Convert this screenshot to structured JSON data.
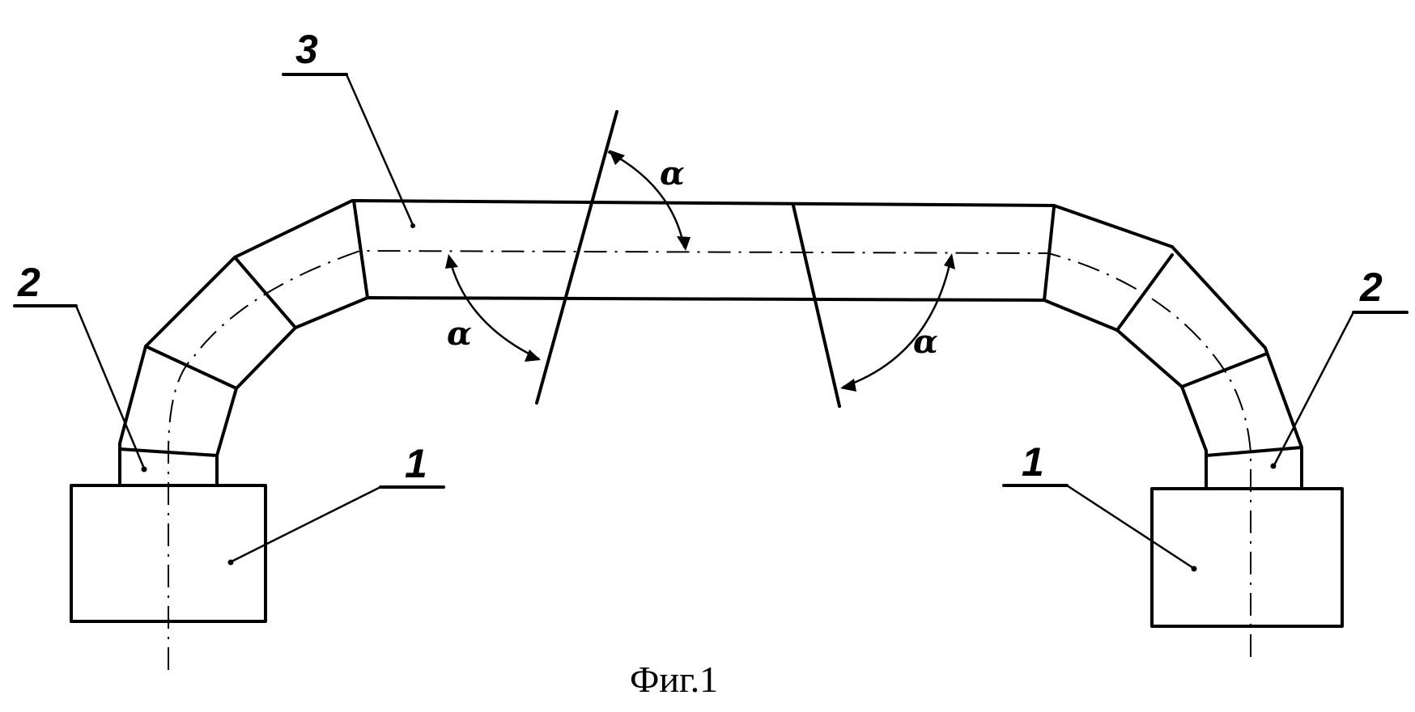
{
  "figure": {
    "caption": "Фиг.1",
    "labels": {
      "support_left": "1",
      "support_right": "1",
      "segment_left": "2",
      "segment_right": "2",
      "main_pipe": "3"
    },
    "angle_symbol": "α"
  }
}
